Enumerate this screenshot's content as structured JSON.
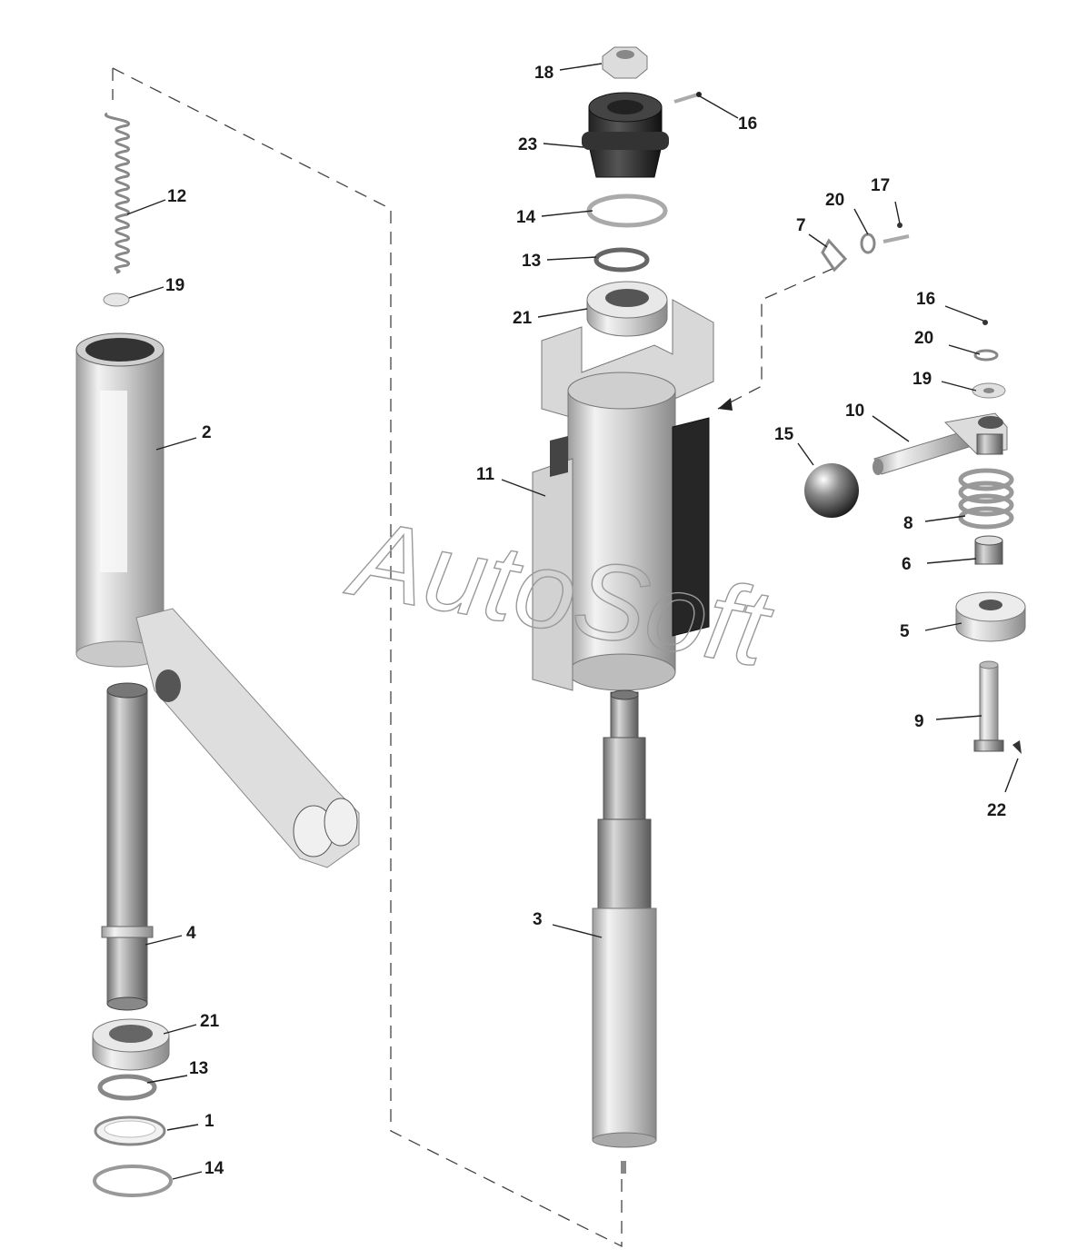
{
  "watermark": "AutoSoft",
  "labels": {
    "p1": "1",
    "p2": "2",
    "p3": "3",
    "p4": "4",
    "p5": "5",
    "p6": "6",
    "p7": "7",
    "p8": "8",
    "p9": "9",
    "p10": "10",
    "p11": "11",
    "p12": "12",
    "p13a": "13",
    "p13b": "13",
    "p14a": "14",
    "p14b": "14",
    "p15": "15",
    "p16a": "16",
    "p16b": "16",
    "p17": "17",
    "p18": "18",
    "p19a": "19",
    "p19b": "19",
    "p20a": "20",
    "p20b": "20",
    "p21a": "21",
    "p21b": "21",
    "p22": "22",
    "p23": "23"
  },
  "colors": {
    "background": "#ffffff",
    "part": "#d4d4d4",
    "part_dark": "#8a8a8a",
    "line": "#222222"
  }
}
